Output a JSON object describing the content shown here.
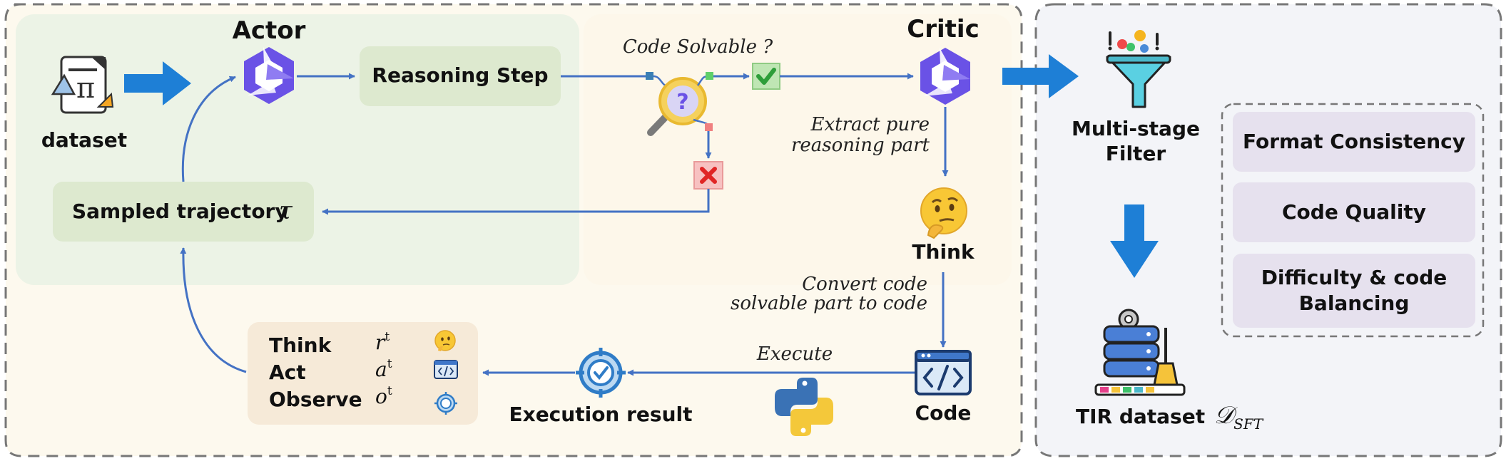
{
  "left_panel": {
    "actor_label": "Actor",
    "critic_label": "Critic",
    "dataset_label": "dataset",
    "reasoning_step_label": "Reasoning Step",
    "code_solvable_label": "Code Solvable ?",
    "extract_label_line1": "Extract pure",
    "extract_label_line2": "reasoning part",
    "think_label": "Think",
    "convert_label_line1": "Convert code",
    "convert_label_line2": "solvable part to code",
    "execute_label": "Execute",
    "code_label": "Code",
    "execution_result_label": "Execution result",
    "sampled_trajectory_label": "Sampled trajectory",
    "tau_symbol": "τ",
    "trajectory_rows": [
      {
        "label": "Think",
        "symbol": "r",
        "sup": "t"
      },
      {
        "label": "Act",
        "symbol": "a",
        "sup": "t"
      },
      {
        "label": "Observe",
        "symbol": "o",
        "sup": "t"
      }
    ]
  },
  "right_panel": {
    "filter_label_line1": "Multi-stage",
    "filter_label_line2": "Filter",
    "filters": [
      {
        "line1": "Format Consistency",
        "line2": ""
      },
      {
        "line1": "Code Quality",
        "line2": ""
      },
      {
        "line1": "Difficulty & code",
        "line2": "Balancing"
      }
    ],
    "tir_dataset_label": "TIR dataset",
    "dsft_symbol": "𝒟",
    "dsft_sub": "SFT"
  },
  "colors": {
    "arrow_blue": "#4472c4",
    "big_arrow_blue": "#1e7fd6",
    "green_box": "#dde9cf",
    "cream_panel": "#fdf8ec",
    "green_panel": "#ecf3e6",
    "gray_panel": "#f4f5f9",
    "purple_box": "#e6e1ee",
    "tan_box": "#f6ead8",
    "logo_purple": "#6a52e6"
  }
}
